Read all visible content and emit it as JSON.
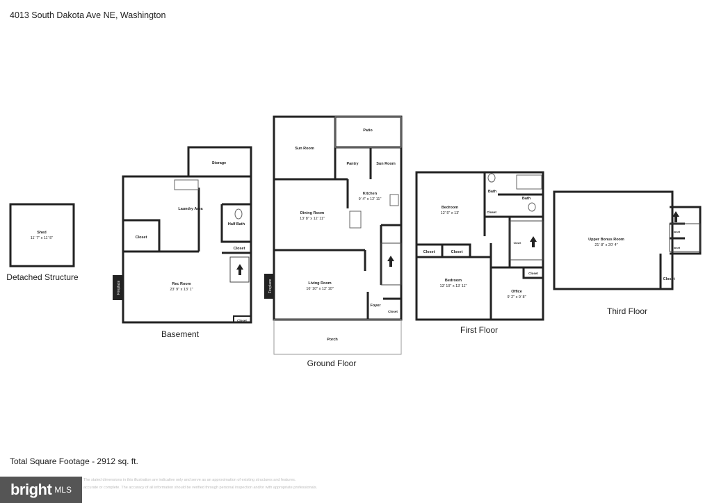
{
  "title": "4013 South Dakota Ave NE, Washington",
  "floors": {
    "detached": "Detached Structure",
    "basement": "Basement",
    "ground": "Ground Floor",
    "first": "First Floor",
    "third": "Third Floor"
  },
  "rooms": {
    "shed": {
      "name": "Shed",
      "dims": "11' 7\" x 11' 5\""
    },
    "storage": {
      "name": "Storage"
    },
    "laundry": {
      "name": "Laundry Area"
    },
    "half_bath": {
      "name": "Half Bath"
    },
    "b_closet1": {
      "name": "Closet"
    },
    "b_closet2": {
      "name": "Closet"
    },
    "b_closet3": {
      "name": "Closet"
    },
    "rec_room": {
      "name": "Rec Room",
      "dims": "23' 9\" x 13' 1\""
    },
    "fireplace_b": {
      "name": "Fireplace"
    },
    "patio": {
      "name": "Patio"
    },
    "sun_room1": {
      "name": "Sun Room"
    },
    "pantry": {
      "name": "Pantry"
    },
    "sun_room2": {
      "name": "Sun Room"
    },
    "kitchen": {
      "name": "Kitchen",
      "dims": "9' 4\" x 12' 11\""
    },
    "dining": {
      "name": "Dining Room",
      "dims": "13' 8\" x 12' 11\""
    },
    "living": {
      "name": "Living Room",
      "dims": "16' 10\" x 12' 10\""
    },
    "fireplace_g": {
      "name": "Fireplace"
    },
    "foyer": {
      "name": "Foyer"
    },
    "g_closet": {
      "name": "Closet"
    },
    "porch": {
      "name": "Porch"
    },
    "bedroom1": {
      "name": "Bedroom",
      "dims": "12' 5\" x 13'"
    },
    "bath1": {
      "name": "Bath"
    },
    "bath2": {
      "name": "Bath"
    },
    "f_closet1": {
      "name": "Closet"
    },
    "f_closet2": {
      "name": "Closet"
    },
    "f_closet3": {
      "name": "Closet"
    },
    "f_closet4": {
      "name": "Closet"
    },
    "f_closet5": {
      "name": "Closet"
    },
    "bedroom2": {
      "name": "Bedroom",
      "dims": "13' 10\" x 13' 11\""
    },
    "office": {
      "name": "Office",
      "dims": "9' 2\" x 9' 8\""
    },
    "bonus": {
      "name": "Upper Bonus Room",
      "dims": "21' 8\" x 20' 4\""
    },
    "t_closet1": {
      "name": "Closet"
    },
    "t_closet2": {
      "name": "Closet"
    },
    "t_closet3": {
      "name": "Closet"
    }
  },
  "total_footage": "Total Square Footage - 2912 sq. ft.",
  "disclaimer": [
    "The stated dimensions in this illustration are indicative only and serve as an approximation of existing structures and features.",
    "accurate or complete. The accuracy of all information should be verified through personal inspection and/or with appropriate professionals."
  ],
  "logo": {
    "brand": "bright",
    "suffix": "MLS"
  }
}
